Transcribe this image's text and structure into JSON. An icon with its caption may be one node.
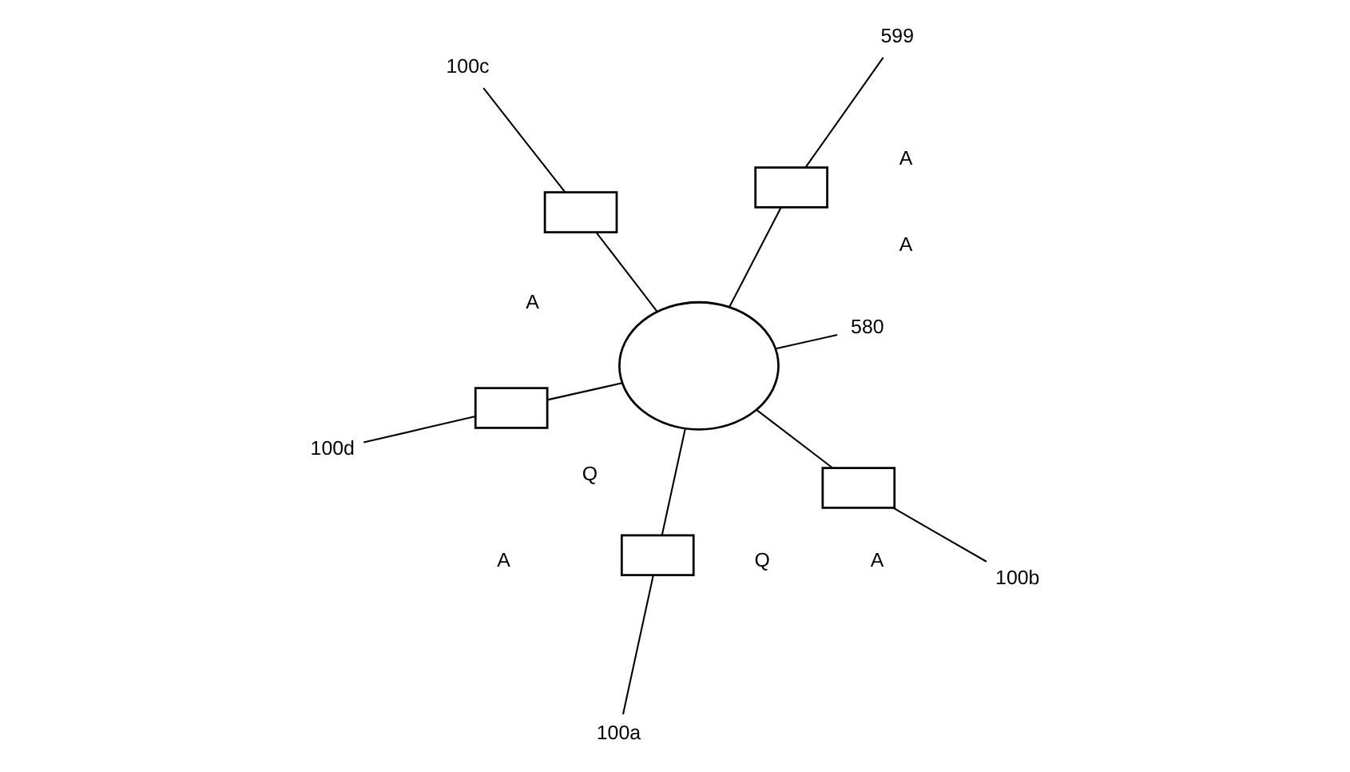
{
  "diagram": {
    "nodes": [
      {
        "text": [
          "599"
        ]
      },
      {
        "text": [],
        "shape": "box"
      },
      {
        "text": [
          "100a"
        ]
      },
      {
        "text": [],
        "shape": "box"
      },
      {
        "text": [],
        "shape": "cloud"
      },
      {
        "text": [],
        "shape": "box"
      },
      {
        "text": [
          "100d"
        ]
      },
      {
        "text": [
          "580"
        ]
      },
      {
        "text": [
          "100b"
        ]
      },
      {
        "text": [],
        "shape": "box"
      },
      {
        "text": [],
        "shape": "box"
      },
      {
        "text": [
          "100c"
        ]
      }
    ],
    "edges": [
      {
        "from": 0,
        "to": 1,
        "arrow": "none"
      },
      {
        "from": 2,
        "to": 3,
        "arrow": "none"
      },
      {
        "from": 6,
        "to": 5,
        "arrow": "none"
      },
      {
        "from": 7,
        "to": 4,
        "arrow": "none"
      },
      {
        "from": 8,
        "to": 9,
        "arrow": "none"
      },
      {
        "from": 11,
        "to": 10,
        "arrow": "none"
      },
      {
        "from": 1,
        "to": 4,
        "arrow": "none"
      },
      {
        "from": 3,
        "to": 4,
        "arrow": "none"
      },
      {
        "from": 4,
        "to": 5,
        "arrow": "none"
      },
      {
        "from": 4,
        "to": 9,
        "arrow": "none"
      },
      {
        "from": 4,
        "to": 10,
        "arrow": "none"
      }
    ],
    "labels": [
      "Q",
      "A",
      "Q",
      "A",
      "A",
      "A",
      "A"
    ]
  }
}
